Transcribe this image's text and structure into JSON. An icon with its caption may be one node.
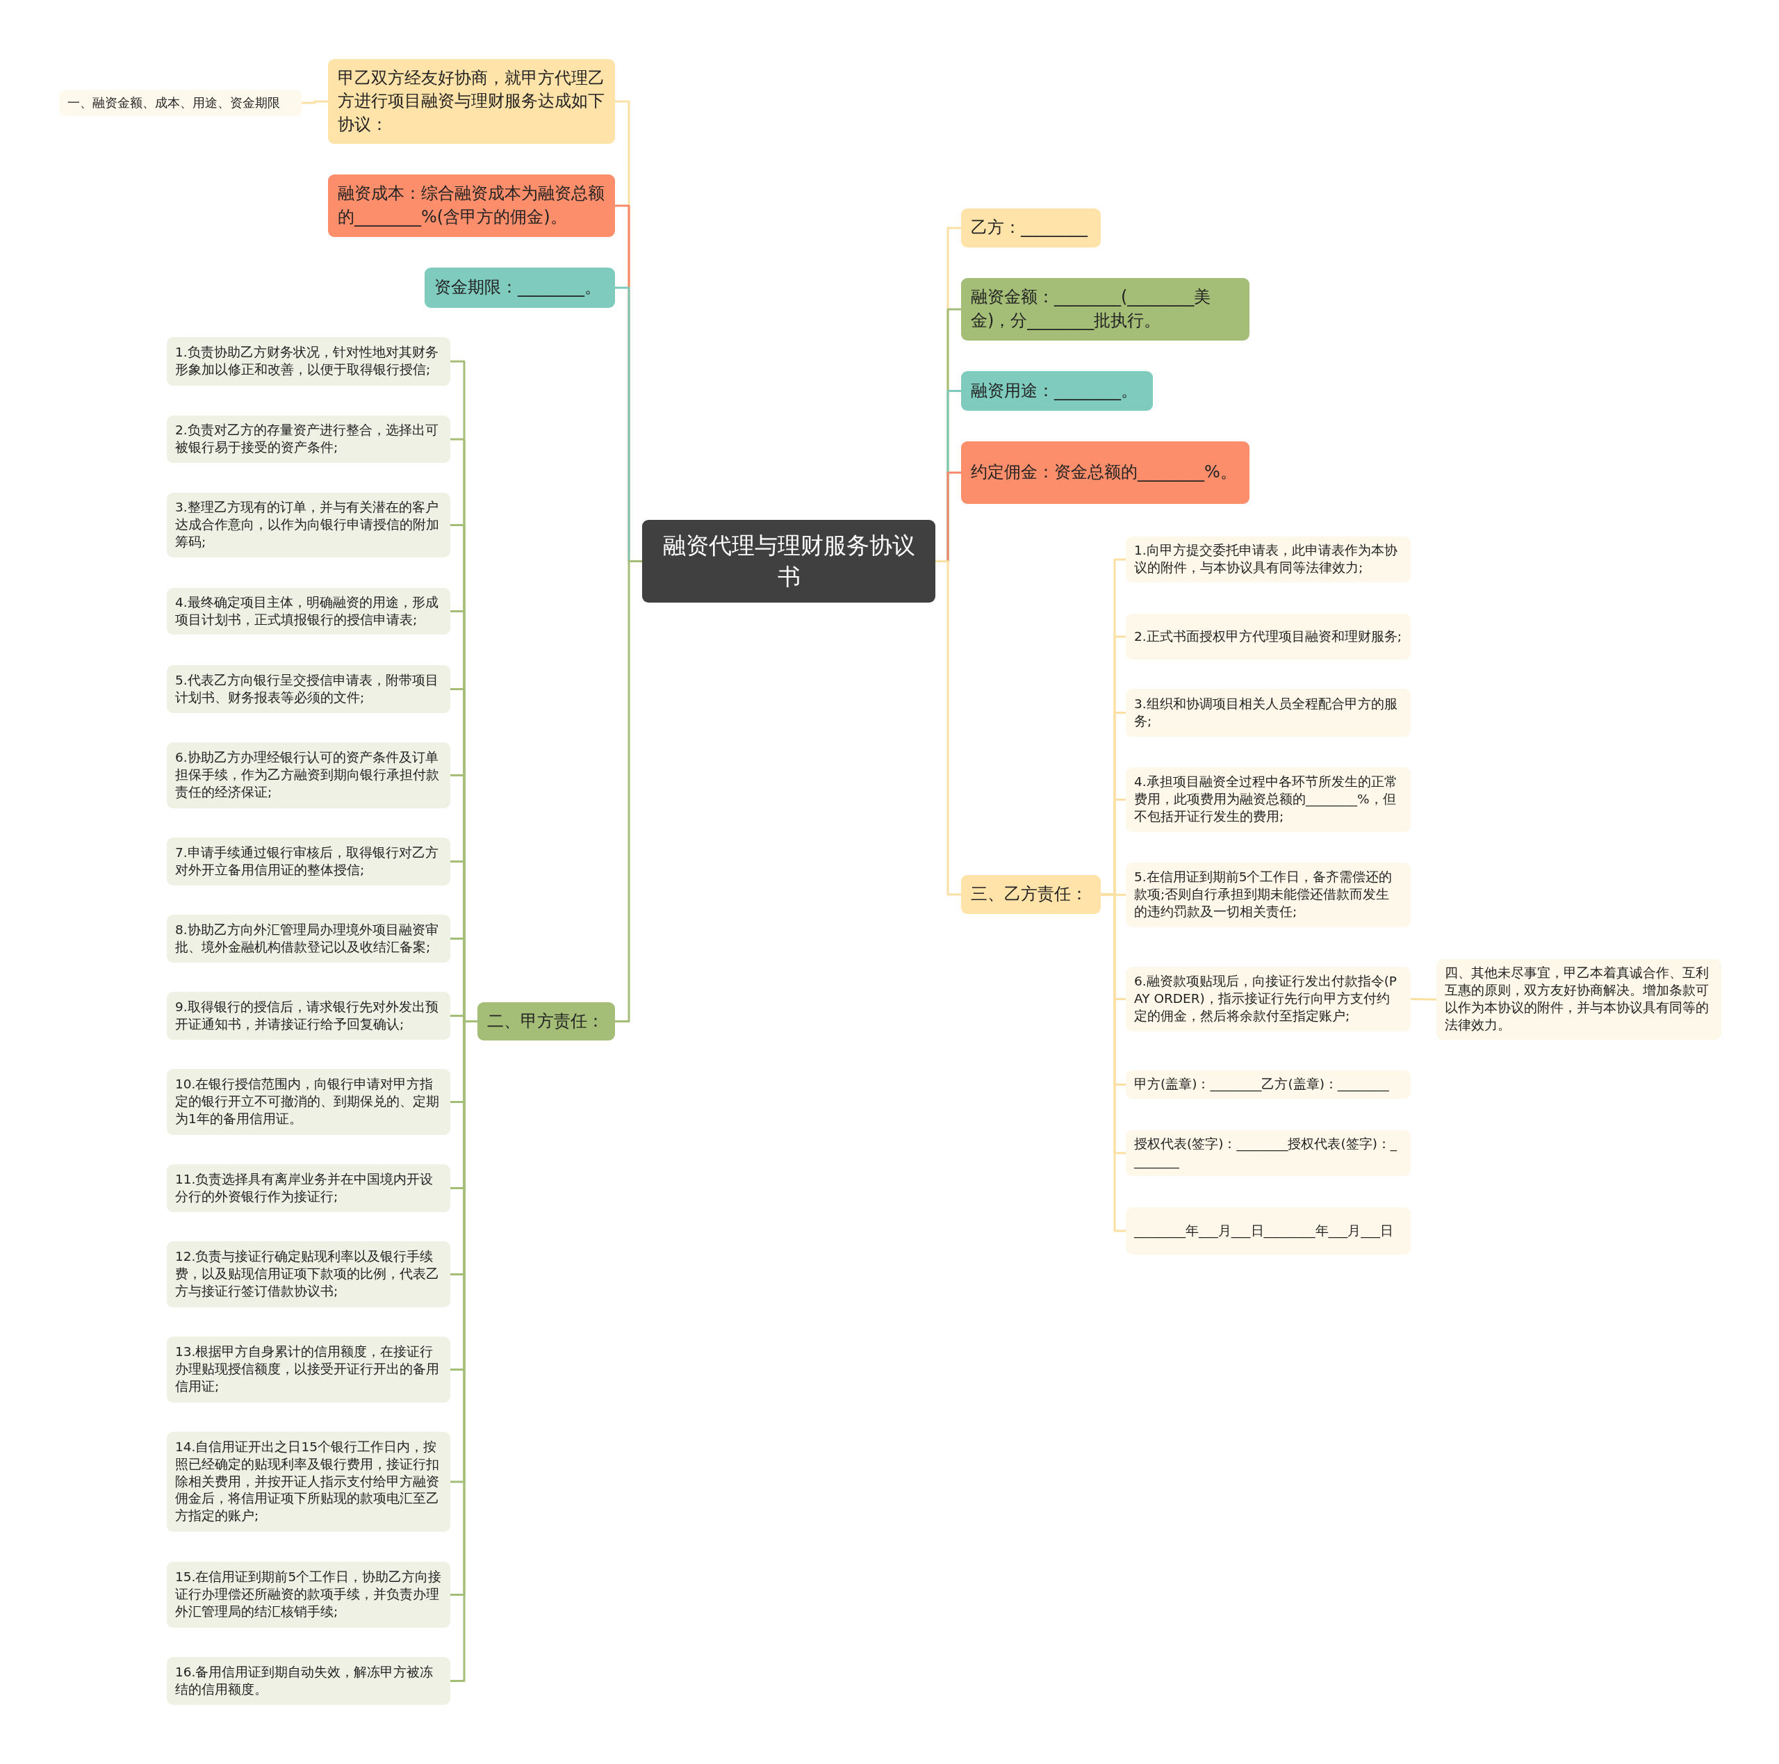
{
  "diagram": {
    "nodes": [
      {
        "text": [
          "融资代理与理财服务协议书"
        ]
      },
      {
        "text": [
          "甲乙双方经友好协商，就甲方代理乙方进行项目融资与理财服务达成如下协议："
        ]
      },
      {
        "text": [
          "一、融资金额、成本、用途、资金期限"
        ]
      },
      {
        "text": [
          "融资成本：综合融资成本为融资总额的________%(含甲方的佣金)。"
        ]
      },
      {
        "text": [
          "资金期限：________。"
        ]
      },
      {
        "text": [
          "二、甲方责任："
        ]
      },
      {
        "text": [
          "1.负责协助乙方财务状况，针对性地对其财务形象加以修正和改善，以便于取得银行授信;"
        ]
      },
      {
        "text": [
          "2.负责对乙方的存量资产进行整合，选择出可被银行易于接受的资产条件;"
        ]
      },
      {
        "text": [
          "3.整理乙方现有的订单，并与有关潜在的客户达成合作意向，以作为向银行申请授信的附加筹码;"
        ]
      },
      {
        "text": [
          "4.最终确定项目主体，明确融资的用途，形成项目计划书，正式填报银行的授信申请表;"
        ]
      },
      {
        "text": [
          "5.代表乙方向银行呈交授信申请表，附带项目计划书、财务报表等必须的文件;"
        ]
      },
      {
        "text": [
          "6.协助乙方办理经银行认可的资产条件及订单担保手续，作为乙方融资到期向银行承担付款责任的经济保证;"
        ]
      },
      {
        "text": [
          "7.申请手续通过银行审核后，取得银行对乙方对外开立备用信用证的整体授信;"
        ]
      },
      {
        "text": [
          "8.协助乙方向外汇管理局办理境外项目融资审批、境外金融机构借款登记以及收结汇备案;"
        ]
      },
      {
        "text": [
          "9.取得银行的授信后，请求银行先对外发出预开证通知书，并请接证行给予回复确认;"
        ]
      },
      {
        "text": [
          "10.在银行授信范围内，向银行申请对甲方指定的银行开立不可撤消的、到期保兑的、定期为1年的备用信用证。"
        ]
      },
      {
        "text": [
          "11.负责选择具有离岸业务并在中国境内开设分行的外资银行作为接证行;"
        ]
      },
      {
        "text": [
          "12.负责与接证行确定贴现利率以及银行手续费，以及贴现信用证项下款项的比例，代表乙方与接证行签订借款协议书;"
        ]
      },
      {
        "text": [
          "13.根据甲方自身累计的信用额度，在接证行办理贴现授信额度，以接受开证行开出的备用信用证;"
        ]
      },
      {
        "text": [
          "14.自信用证开出之日15个银行工作日内，按照已经确定的贴现利率及银行费用，接证行扣除相关费用，并按开证人指示支付给甲方融资佣金后，将信用证项下所贴现的款项电汇至乙方指定的账户;"
        ]
      },
      {
        "text": [
          "15.在信用证到期前5个工作日，协助乙方向接证行办理偿还所融资的款项手续，并负责办理外汇管理局的结汇核销手续;"
        ]
      },
      {
        "text": [
          "16.备用信用证到期自动失效，解冻甲方被冻结的信用额度。"
        ]
      },
      {
        "text": [
          "乙方：________"
        ]
      },
      {
        "text": [
          "融资金额：________(________美金)，分________批执行。"
        ]
      },
      {
        "text": [
          "融资用途：________。"
        ]
      },
      {
        "text": [
          "约定佣金：资金总额的________%。"
        ]
      },
      {
        "text": [
          "三、乙方责任："
        ]
      },
      {
        "text": [
          "1.向甲方提交委托申请表，此申请表作为本协议的附件，与本协议具有同等法律效力;"
        ]
      },
      {
        "text": [
          "2.正式书面授权甲方代理项目融资和理财服务;"
        ]
      },
      {
        "text": [
          "3.组织和协调项目相关人员全程配合甲方的服务;"
        ]
      },
      {
        "text": [
          "4.承担项目融资全过程中各环节所发生的正常费用，此项费用为融资总额的________%，但不包括开证行发生的费用;"
        ]
      },
      {
        "text": [
          "5.在信用证到期前5个工作日，备齐需偿还的款项;否则自行承担到期未能偿还借款而发生的违约罚款及一切相关责任;"
        ]
      },
      {
        "text": [
          "6.融资款项贴现后，向接证行发出付款指令(PAY ORDER)，指示接证行先行向甲方支付约定的佣金，然后将余款付至指定账户;"
        ]
      },
      {
        "text": [
          "四、其他未尽事宜，甲乙本着真诚合作、互利互惠的原则，双方友好协商解决。增加条款可以作为本协议的附件，并与本协议具有同等的法律效力。"
        ]
      },
      {
        "text": [
          "甲方(盖章)：________乙方(盖章)：________"
        ]
      },
      {
        "text": [
          "授权代表(签字)：________授权代表(签字)：________"
        ]
      },
      {
        "text": [
          "________年___月___日________年___月___日"
        ]
      }
    ],
    "edges": [
      {
        "from": 0,
        "to": 1,
        "arrow": "none",
        "color": "#fbe0a4"
      },
      {
        "from": 1,
        "to": 2,
        "arrow": "none",
        "color": "#fbe0a4"
      },
      {
        "from": 0,
        "to": 3,
        "arrow": "none",
        "color": "#f7896a"
      },
      {
        "from": 0,
        "to": 4,
        "arrow": "none",
        "color": "#7ecbbc"
      },
      {
        "from": 0,
        "to": 5,
        "arrow": "none"
      },
      {
        "from": 5,
        "to": 6,
        "arrow": "none"
      },
      {
        "from": 5,
        "to": 7,
        "arrow": "none"
      },
      {
        "from": 5,
        "to": 8,
        "arrow": "none"
      },
      {
        "from": 5,
        "to": 9,
        "arrow": "none"
      },
      {
        "from": 5,
        "to": 10,
        "arrow": "none"
      },
      {
        "from": 5,
        "to": 11,
        "arrow": "none"
      },
      {
        "from": 5,
        "to": 12,
        "arrow": "none"
      },
      {
        "from": 5,
        "to": 13,
        "arrow": "none"
      },
      {
        "from": 5,
        "to": 14,
        "arrow": "none"
      },
      {
        "from": 5,
        "to": 15,
        "arrow": "none"
      },
      {
        "from": 5,
        "to": 16,
        "arrow": "none"
      },
      {
        "from": 5,
        "to": 17,
        "arrow": "none"
      },
      {
        "from": 5,
        "to": 18,
        "arrow": "none"
      },
      {
        "from": 5,
        "to": 19,
        "arrow": "none"
      },
      {
        "from": 5,
        "to": 20,
        "arrow": "none"
      },
      {
        "from": 5,
        "to": 21,
        "arrow": "none"
      },
      {
        "from": 0,
        "to": 22,
        "arrow": "none",
        "color": "#fbe0a4"
      },
      {
        "from": 0,
        "to": 23,
        "arrow": "none"
      },
      {
        "from": 0,
        "to": 24,
        "arrow": "none",
        "color": "#7ecbbc"
      },
      {
        "from": 0,
        "to": 25,
        "arrow": "none",
        "color": "#f7896a"
      },
      {
        "from": 0,
        "to": 26,
        "arrow": "none",
        "color": "#fbe0a4"
      },
      {
        "from": 26,
        "to": 27,
        "arrow": "none",
        "color": "#fbe0a4"
      },
      {
        "from": 26,
        "to": 28,
        "arrow": "none",
        "color": "#fbe0a4"
      },
      {
        "from": 26,
        "to": 29,
        "arrow": "none",
        "color": "#fbe0a4"
      },
      {
        "from": 26,
        "to": 30,
        "arrow": "none",
        "color": "#fbe0a4"
      },
      {
        "from": 26,
        "to": 31,
        "arrow": "none",
        "color": "#fbe0a4"
      },
      {
        "from": 26,
        "to": 32,
        "arrow": "none",
        "color": "#fbe0a4"
      },
      {
        "from": 32,
        "to": 33,
        "arrow": "none",
        "color": "#fbe0a4"
      },
      {
        "from": 26,
        "to": 34,
        "arrow": "none",
        "color": "#fbe0a4"
      },
      {
        "from": 26,
        "to": 35,
        "arrow": "none",
        "color": "#fbe0a4"
      },
      {
        "from": 26,
        "to": 36,
        "arrow": "none",
        "color": "#fbe0a4"
      }
    ]
  }
}
